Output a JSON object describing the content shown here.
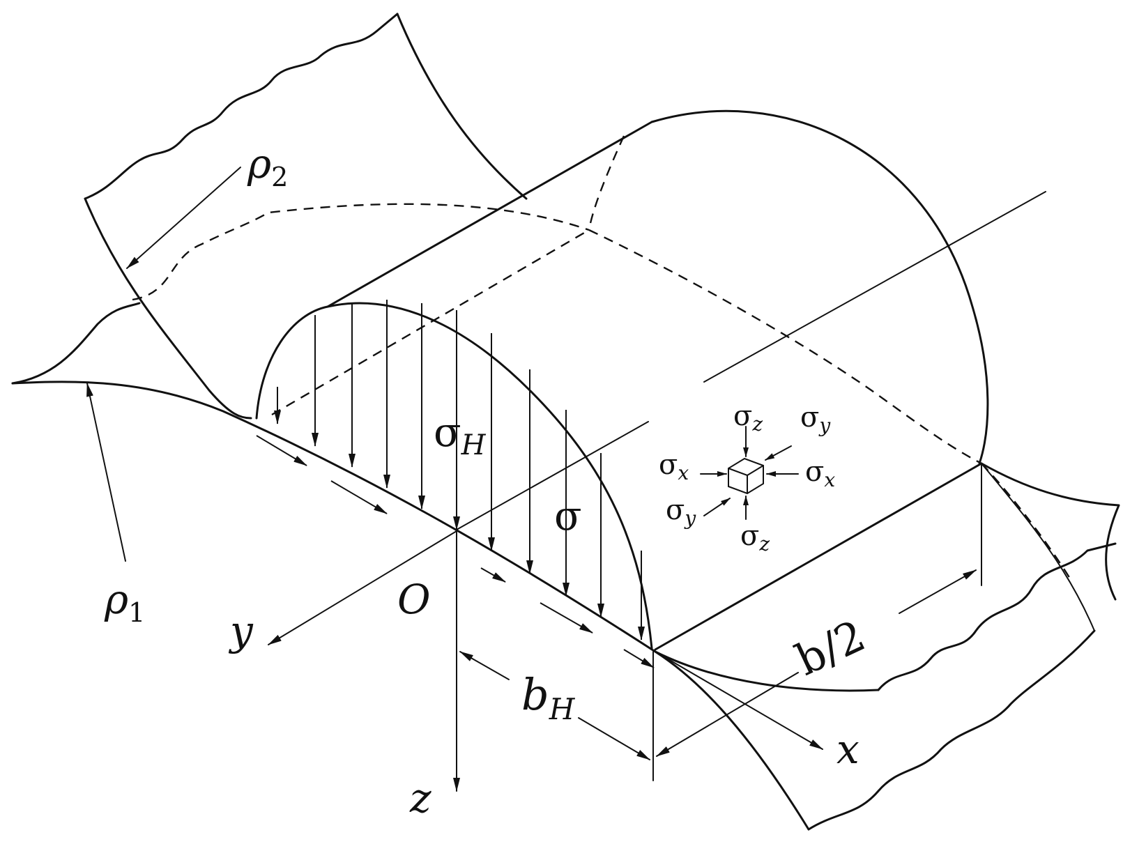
{
  "labels": {
    "rho2": {
      "main": "ρ",
      "sub": "2"
    },
    "rho1": {
      "main": "ρ",
      "sub": "1"
    },
    "sigma_H": {
      "main": "σ",
      "sub": "H"
    },
    "sigma": "σ",
    "origin": "O",
    "axis_y": "y",
    "axis_x": "x",
    "axis_z": "z",
    "b_H": {
      "main": "b",
      "sub": "H"
    },
    "b_half": "b/2",
    "stress_element": {
      "sigma_z_top": {
        "main": "σ",
        "sub": "z"
      },
      "sigma_z_bottom": {
        "main": "σ",
        "sub": "z"
      },
      "sigma_y_top": {
        "main": "σ",
        "sub": "y"
      },
      "sigma_y_bottom": {
        "main": "σ",
        "sub": "y"
      },
      "sigma_x_left": {
        "main": "σ",
        "sub": "x"
      },
      "sigma_x_right": {
        "main": "σ",
        "sub": "x"
      }
    }
  }
}
